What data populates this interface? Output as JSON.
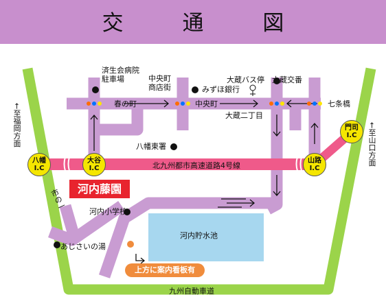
{
  "title": "交 通 図",
  "colors": {
    "title_bg": "#c88fcd",
    "local_road": "#c99cd2",
    "expressway": "#ef5a8a",
    "kyushu_expressway": "#9bd44a",
    "reservoir": "#a7d7ef",
    "ic_marker": "#f5e600",
    "highlight": "#e8242e",
    "notice": "#f08c3c"
  },
  "interchanges": {
    "yahata": [
      "八幡",
      "I.C"
    ],
    "ohtani": [
      "大谷",
      "I.C"
    ],
    "sanro": [
      "山路",
      "I.C"
    ],
    "moji": [
      "門司",
      "I.C"
    ]
  },
  "labels": {
    "fukuoka_direction": "←至福岡方面",
    "yamaguchi_direction": "←至山口方面",
    "saiseikai": "済生会病院\n駐車場",
    "chuo_shotengai": "中央町\n商店街",
    "mizuho": "みずほ銀行",
    "okura_bus": "大蔵バス停",
    "okura_koban": "大蔵交番",
    "harunomachi": "春の町",
    "chuomachi": "中央町",
    "nanajobashi": "七条橋",
    "okura_nichome": "大蔵二丁目",
    "yahata_police": "八幡東署",
    "expressway": "北九州都市高速道路4号線",
    "kawachi_fujien": "河内藤園",
    "kawachi_school": "河内小学校",
    "ajisai": "あじさいの湯",
    "ichinoyama": "市の一",
    "reservoir": "河内貯水池",
    "notice": "上方に案内看板有",
    "kyushu_expressway": "九州自動車道"
  }
}
